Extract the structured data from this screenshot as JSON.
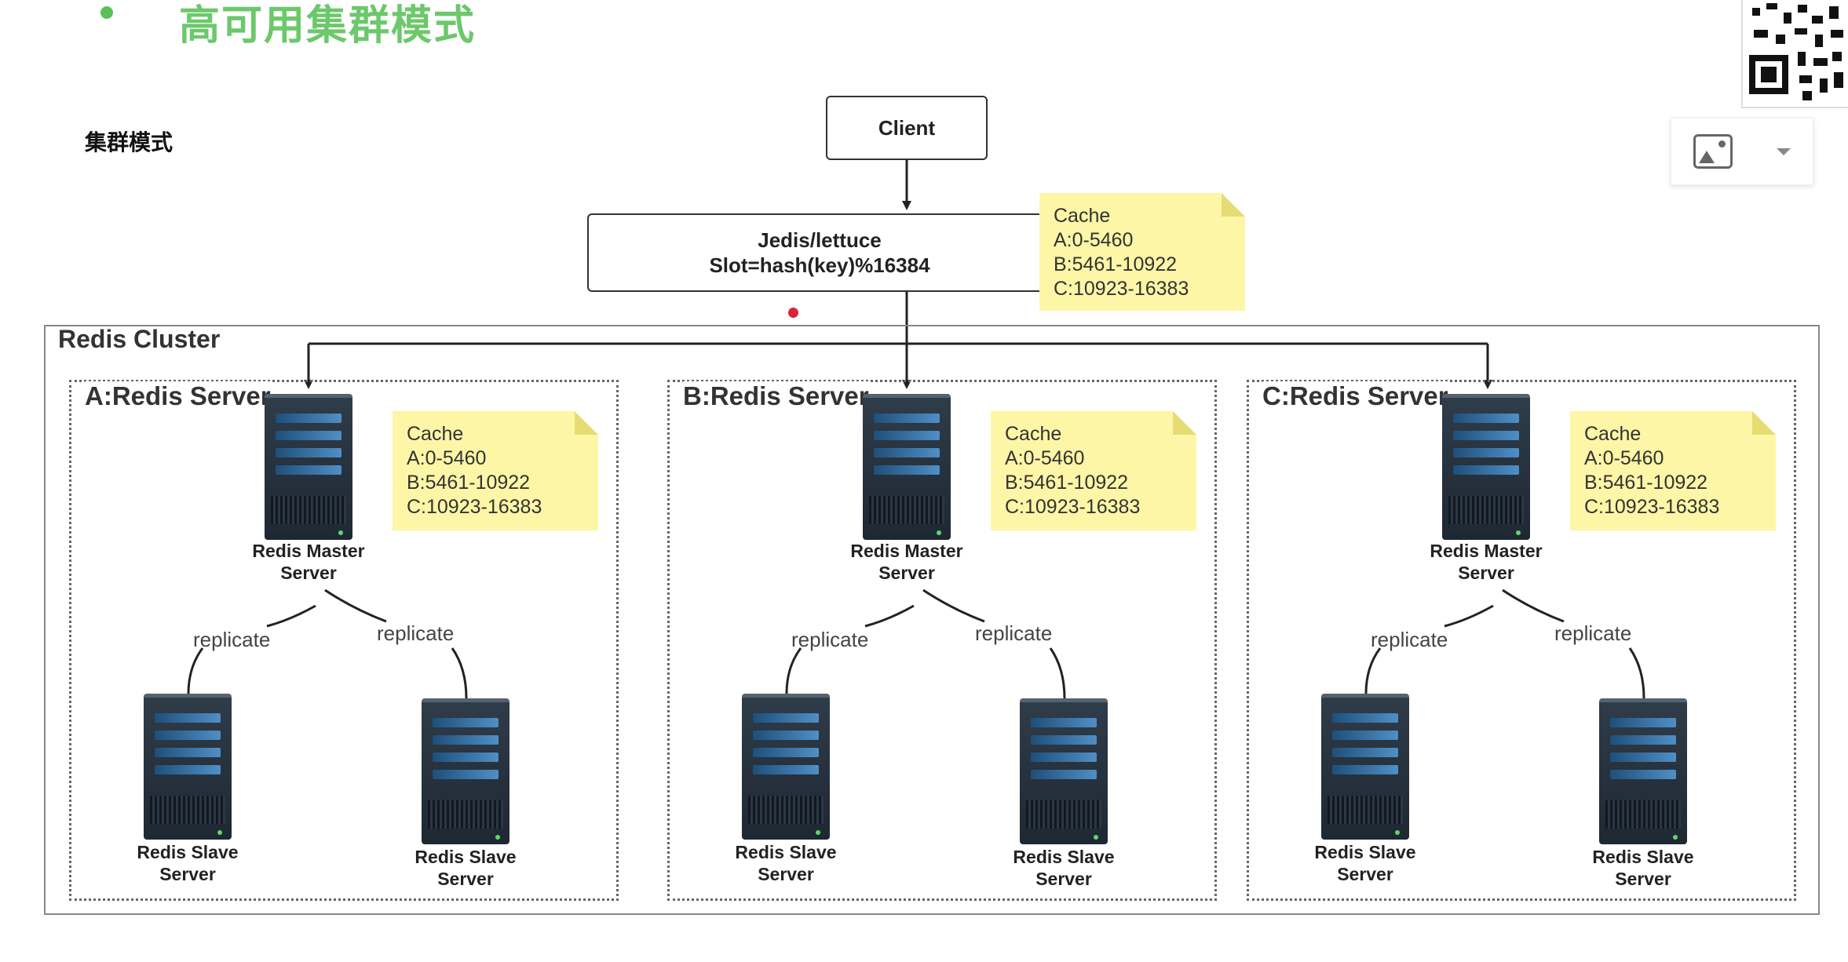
{
  "header": {
    "title": "高可用集群模式",
    "section_label": "集群模式"
  },
  "diagram": {
    "client_label": "Client",
    "router": {
      "line1": "Jedis/lettuce",
      "line2": "Slot=hash(key)%16384"
    },
    "router_note": {
      "lines": [
        "Cache",
        "A:0-5460",
        "B:5461-10922",
        "C:10923-16383"
      ]
    },
    "cluster_label": "Redis Cluster",
    "groups": [
      {
        "label": "A:Redis Server",
        "note": [
          "Cache",
          "A:0-5460",
          "B:5461-10922",
          "C:10923-16383"
        ],
        "master": [
          "Redis Master",
          "Server"
        ],
        "replicate_left": "replicate",
        "replicate_right": "replicate",
        "slave_left": [
          "Redis Slave",
          "Server"
        ],
        "slave_right": [
          "Redis Slave",
          "Server"
        ]
      },
      {
        "label": "B:Redis Server",
        "note": [
          "Cache",
          "A:0-5460",
          "B:5461-10922",
          "C:10923-16383"
        ],
        "master": [
          "Redis Master",
          "Server"
        ],
        "replicate_left": "replicate",
        "replicate_right": "replicate",
        "slave_left": [
          "Redis Slave",
          "Server"
        ],
        "slave_right": [
          "Redis Slave",
          "Server"
        ]
      },
      {
        "label": "C:Redis Server",
        "note": [
          "Cache",
          "A:0-5460",
          "B:5461-10922",
          "C:10923-16383"
        ],
        "master": [
          "Redis Master",
          "Server"
        ],
        "replicate_left": "replicate",
        "replicate_right": "replicate",
        "slave_left": [
          "Redis Slave",
          "Server"
        ],
        "slave_right": [
          "Redis Slave",
          "Server"
        ]
      }
    ]
  },
  "toolbar": {
    "image_icon": "image-icon",
    "dropdown_icon": "chevron-down-icon",
    "qr_icon": "qr-code-icon"
  },
  "colors": {
    "title_green": "#6cc86a",
    "note_yellow": "#fdf6a6",
    "server_dark": "#253240",
    "server_accent": "#4f8fc6"
  }
}
